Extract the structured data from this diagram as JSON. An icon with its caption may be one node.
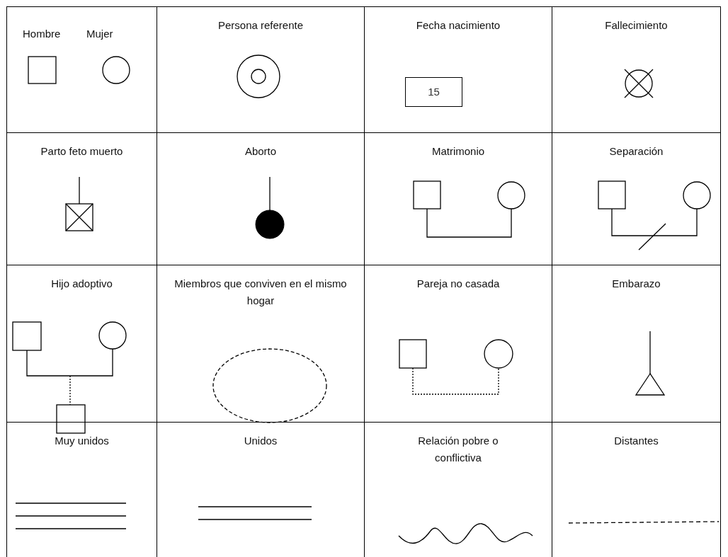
{
  "diagram": {
    "nodes": [
      {
        "text": [
          "Hombre",
          "Mujer"
        ]
      },
      {
        "text": [
          "Persona referente"
        ]
      },
      {
        "text": [
          "Fecha nacimiento"
        ]
      },
      {
        "text": [
          "15"
        ],
        "in": 2
      },
      {
        "text": [
          "Fallecimiento"
        ]
      },
      {
        "text": [
          "Parto feto muerto"
        ]
      },
      {
        "text": [
          "Aborto"
        ]
      },
      {
        "text": [
          "Matrimonio"
        ]
      },
      {
        "text": [
          "Separación"
        ]
      },
      {
        "text": [
          "Hijo adoptivo"
        ]
      },
      {
        "text": [
          "Miembros que conviven en el mismo hogar"
        ]
      },
      {
        "text": [
          "Pareja no casada"
        ]
      },
      {
        "text": [
          "Embarazo"
        ]
      },
      {
        "text": [
          "Muy unidos"
        ]
      },
      {
        "text": [
          "Unidos"
        ]
      },
      {
        "text": [
          "Relación pobre o conflictiva"
        ]
      },
      {
        "text": [
          "Distantes"
        ]
      }
    ],
    "edges": []
  }
}
